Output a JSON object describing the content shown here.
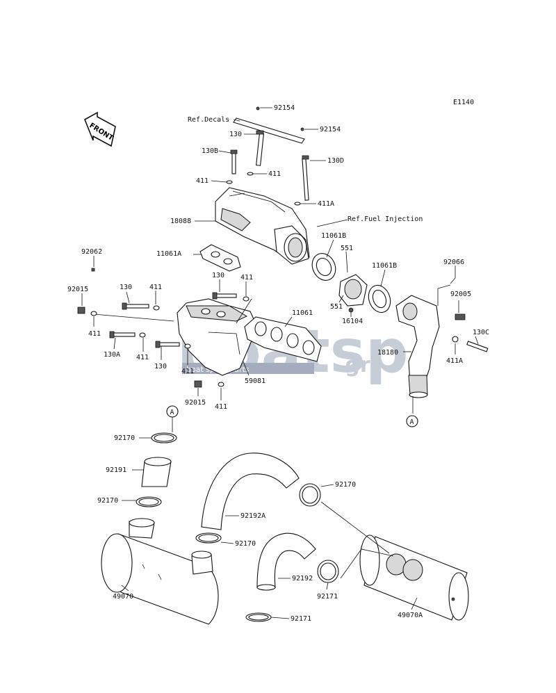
{
  "diagram_code": "E1140",
  "front_label": "FRONT",
  "watermark": {
    "main": "boatsp",
    "tld": ".gr",
    "tagline": "boat spare parts"
  },
  "callout_letter": "A",
  "refs": {
    "decals": "Ref.Decals",
    "fuel": "Ref.Fuel Injection"
  },
  "labels": {
    "p92154a": "92154",
    "p92154b": "92154",
    "p130": "130",
    "p130b": "130B",
    "p130d": "130D",
    "p411a": "411",
    "p411b": "411",
    "p411A": "411A",
    "p18088": "18088",
    "p11061B": "11061B",
    "p551a": "551",
    "p11061B2": "11061B",
    "p11061A": "11061A",
    "p92062": "92062",
    "p92066": "92066",
    "p130c": "130",
    "p411c": "411",
    "p130e": "130",
    "p411d": "411",
    "p11061": "11061",
    "p92015a": "92015",
    "p411e": "411",
    "p551b": "551",
    "p16104": "16104",
    "p92005": "92005",
    "p130C": "130C",
    "p130A": "130A",
    "p411f": "411",
    "p130f": "130",
    "p411g": "411",
    "p18180": "18180",
    "p411A2": "411A",
    "p59081": "59081",
    "p92015b": "92015",
    "p411h": "411",
    "p92170a": "92170",
    "p92191": "92191",
    "p92170b": "92170",
    "p92170c": "92170",
    "p92192A": "92192A",
    "p92170d": "92170",
    "p92192": "92192",
    "p92171a": "92171",
    "p49070": "49070",
    "p92171b": "92171",
    "p49070A": "49070A"
  }
}
